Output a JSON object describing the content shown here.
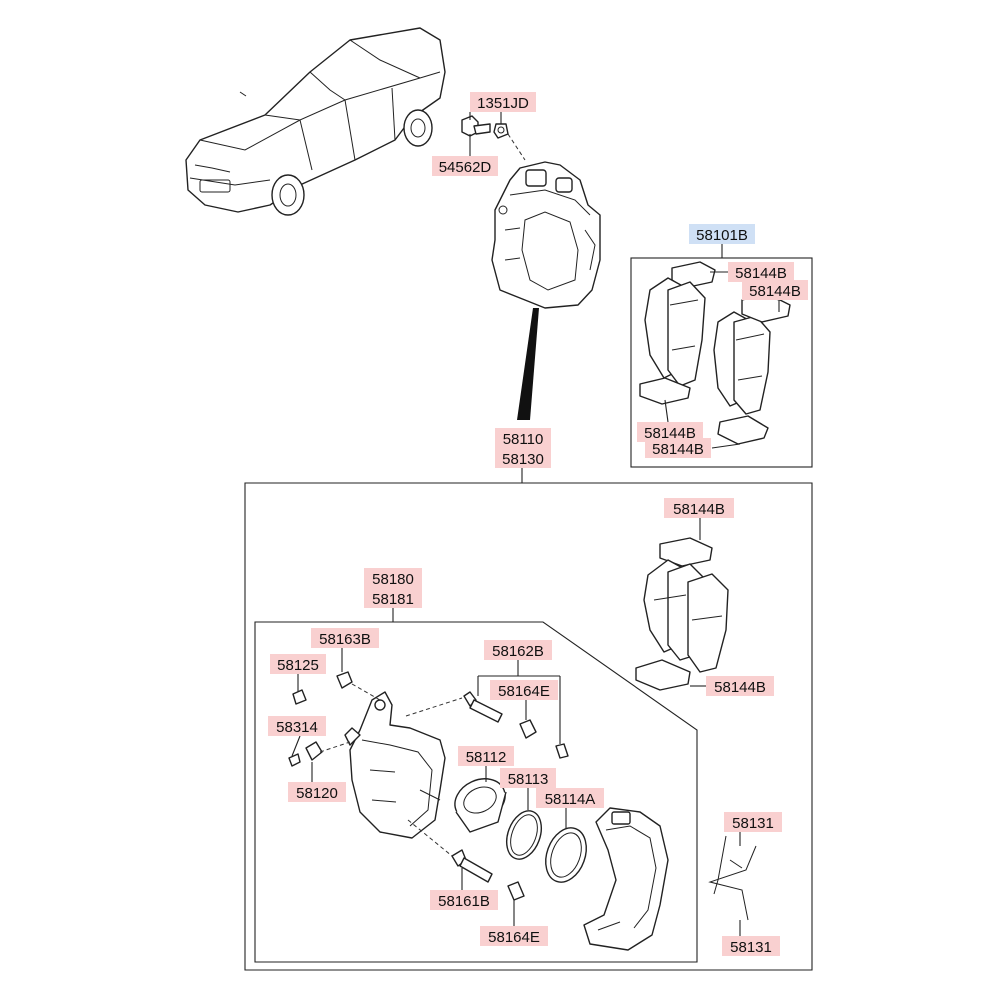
{
  "colors": {
    "part_tag": "#f9d0d0",
    "assembly_tag": "#cfe0f5",
    "line": "#222222"
  },
  "labels": {
    "bolt_1351jd": "1351JD",
    "bolt_54562d": "54562D",
    "pad_kit": "58101B",
    "pad_kit_shim_1": "58144B",
    "pad_kit_shim_2": "58144B",
    "pad_kit_shim_3": "58144B",
    "pad_kit_shim_4": "58144B",
    "caliper_assy_1": "58110",
    "caliper_assy_2": "58130",
    "caliper_shim_top": "58144B",
    "caliper_shim_bottom": "58144B",
    "caliper_body_1": "58180",
    "caliper_body_2": "58181",
    "guide_rod_bolt_top": "58163B",
    "bleeder_cap": "58125",
    "bleeder_screw": "58314",
    "bleeder_plug": "58120",
    "guide_rod_kit": "58162B",
    "guide_boot_top": "58164E",
    "piston": "58112",
    "piston_seal": "58113",
    "piston_boot": "58114A",
    "guide_rod_bolt_bottom": "58161B",
    "guide_boot_bottom": "58164E",
    "wear_sensor_top": "58131",
    "wear_sensor_bottom": "58131"
  }
}
